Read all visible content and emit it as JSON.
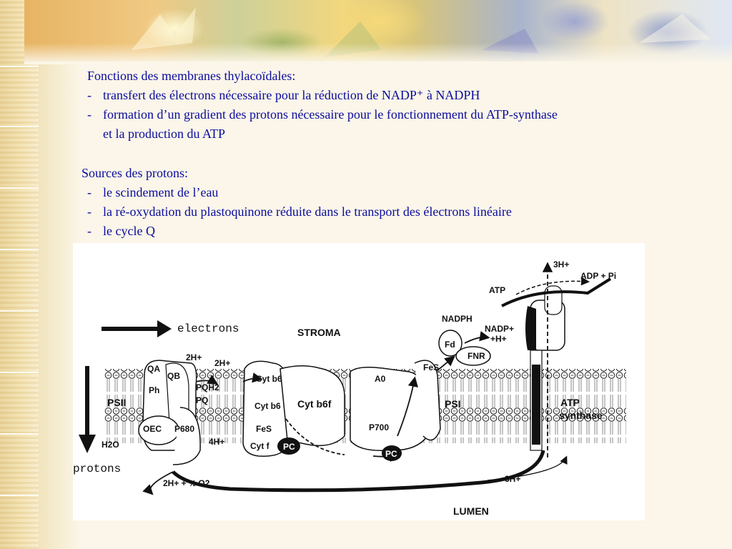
{
  "section1": {
    "heading": "Fonctions des membranes thylacoïdales:",
    "items": [
      {
        "dash": "-",
        "text": "transfert des électrons nécessaire pour la réduction de NADP⁺ à NADPH"
      },
      {
        "dash": "-",
        "text": "formation d’un gradient des protons nécessaire pour le fonctionnement du ATP-synthase"
      }
    ],
    "continuation": "et la production du ATP"
  },
  "section2": {
    "heading": "Sources des protons:",
    "items": [
      {
        "dash": "-",
        "text": "le scindement de l’eau"
      },
      {
        "dash": "-",
        "text": "la ré-oxydation du plastoquinone réduite dans le transport des électrons linéaire"
      },
      {
        "dash": "-",
        "text": "le cycle Q"
      }
    ]
  },
  "diagram": {
    "electrons": "electrons",
    "protons": "protons",
    "stroma": "STROMA",
    "lumen": "LUMEN",
    "psii": "PSII",
    "psi": "PSI",
    "cytb6f": "Cyt b6f",
    "atp_synthase_1": "ATP",
    "atp_synthase_2": "synthase",
    "oec": "OEC",
    "p680": "P680",
    "qa": "QA",
    "qb": "QB",
    "ph": "Ph",
    "pq": "PQ",
    "pqh2": "PQH2",
    "h2o": "H2O",
    "two_h_top_1": "2H+",
    "two_h_top_2": "2H+",
    "four_h": "4H+",
    "water_products": "2H+ + ½ O2",
    "three_h_top": "3H+",
    "three_h_bottom": "3H+",
    "atp": "ATP",
    "adp_pi": "ADP + Pi",
    "nadph": "NADPH",
    "nadp_h": "NADP+",
    "plus_h": "+H+",
    "fd": "Fd",
    "fnr": "FNR",
    "fes_psi": "FeS",
    "fes_cyt": "FeS",
    "a0": "A0",
    "p700": "P700",
    "cyt_b6_top": "Cyt b6",
    "cyt_b6_mid": "Cyt b6",
    "cyt_f": "Cyt f",
    "pc1": "PC",
    "pc2": "PC"
  }
}
